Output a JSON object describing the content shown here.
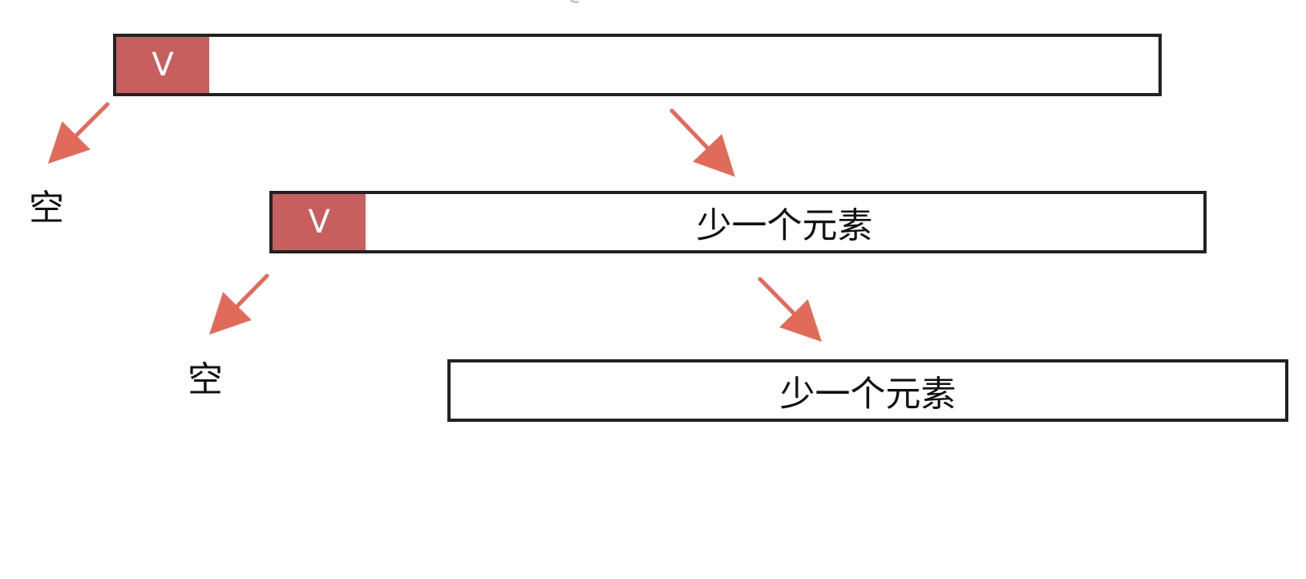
{
  "colors": {
    "pivot": "#c85f5f",
    "arrow": "#e06b5b",
    "border": "#222222"
  },
  "levels": [
    {
      "pivot_label": "V",
      "rest_label": "",
      "left_label": "空"
    },
    {
      "pivot_label": "V",
      "rest_label": "少一个元素",
      "left_label": "空"
    },
    {
      "pivot_label": "",
      "rest_label": "少一个元素",
      "left_label": ""
    }
  ]
}
